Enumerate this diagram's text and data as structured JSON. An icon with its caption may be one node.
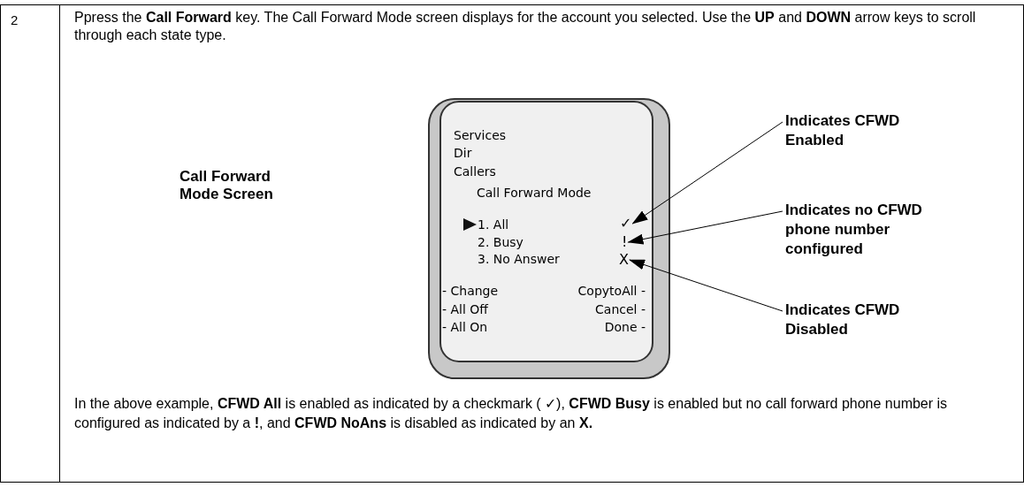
{
  "diagram": {
    "nodes": [
      {
        "text": [
          "Services",
          "Dir",
          "Callers",
          "Call Forward Mode",
          "1. All",
          "2. Busy",
          "3. No Answer",
          "- Change",
          "CopytoAll -",
          "- All Off",
          "Cancel -",
          "- All On",
          "Done -"
        ]
      },
      {
        "text": [
          "✓"
        ],
        "in": 0
      },
      {
        "text": [
          "!"
        ],
        "in": 0
      },
      {
        "text": [
          "X"
        ],
        "in": 0
      },
      {
        "text": [
          "Indicates CFWD Enabled"
        ]
      },
      {
        "text": [
          "Indicates no CFWD phone number configured"
        ]
      },
      {
        "text": [
          "Indicates CFWD Disabled"
        ]
      }
    ],
    "edges": [
      {
        "from": 4,
        "to": 1,
        "arrow": "to"
      },
      {
        "from": 5,
        "to": 2,
        "arrow": "to"
      },
      {
        "from": 6,
        "to": 3,
        "arrow": "to"
      }
    ],
    "labels": [
      "2",
      "Ppress the **Call Forward** key. The Call Forward Mode screen displays for the account you selected. Use the **UP** and **DOWN** arrow keys to scroll through each state type.",
      "Call Forward Mode Screen",
      "In the above example, **CFWD All** is enabled as indicated by a checkmark ( ✓), **CFWD Busy** is enabled but no call forward phone number is configured as indicated by a **!**, and **CFWD NoAns** is disabled as indicated by an **X.**"
    ]
  }
}
